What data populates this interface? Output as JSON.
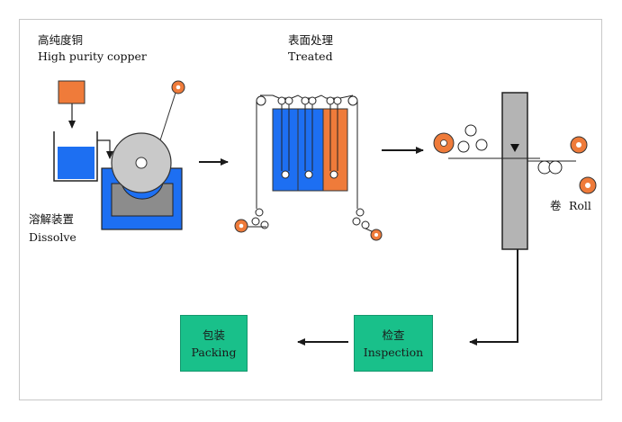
{
  "stages": {
    "copper": {
      "cn": "高纯度铜",
      "en": "High purity copper"
    },
    "dissolve": {
      "cn": "溶解装置",
      "en": "Dissolve"
    },
    "treated": {
      "cn": "表面处理",
      "en": "Treated"
    },
    "roll": {
      "cn": "卷",
      "en": "Roll"
    },
    "inspection": {
      "cn": "检查",
      "en": "Inspection"
    },
    "packing": {
      "cn": "包装",
      "en": "Packing"
    }
  },
  "colors": {
    "orange": "#ef7b3a",
    "blue": "#1d6ff2",
    "gray": "#b4b4b4",
    "box_green": "#19c08a",
    "line": "#1a1a1a"
  },
  "icons": [
    "roll-icon",
    "arrow-right-icon",
    "arrow-left-icon",
    "drum-icon",
    "tank-icon"
  ]
}
